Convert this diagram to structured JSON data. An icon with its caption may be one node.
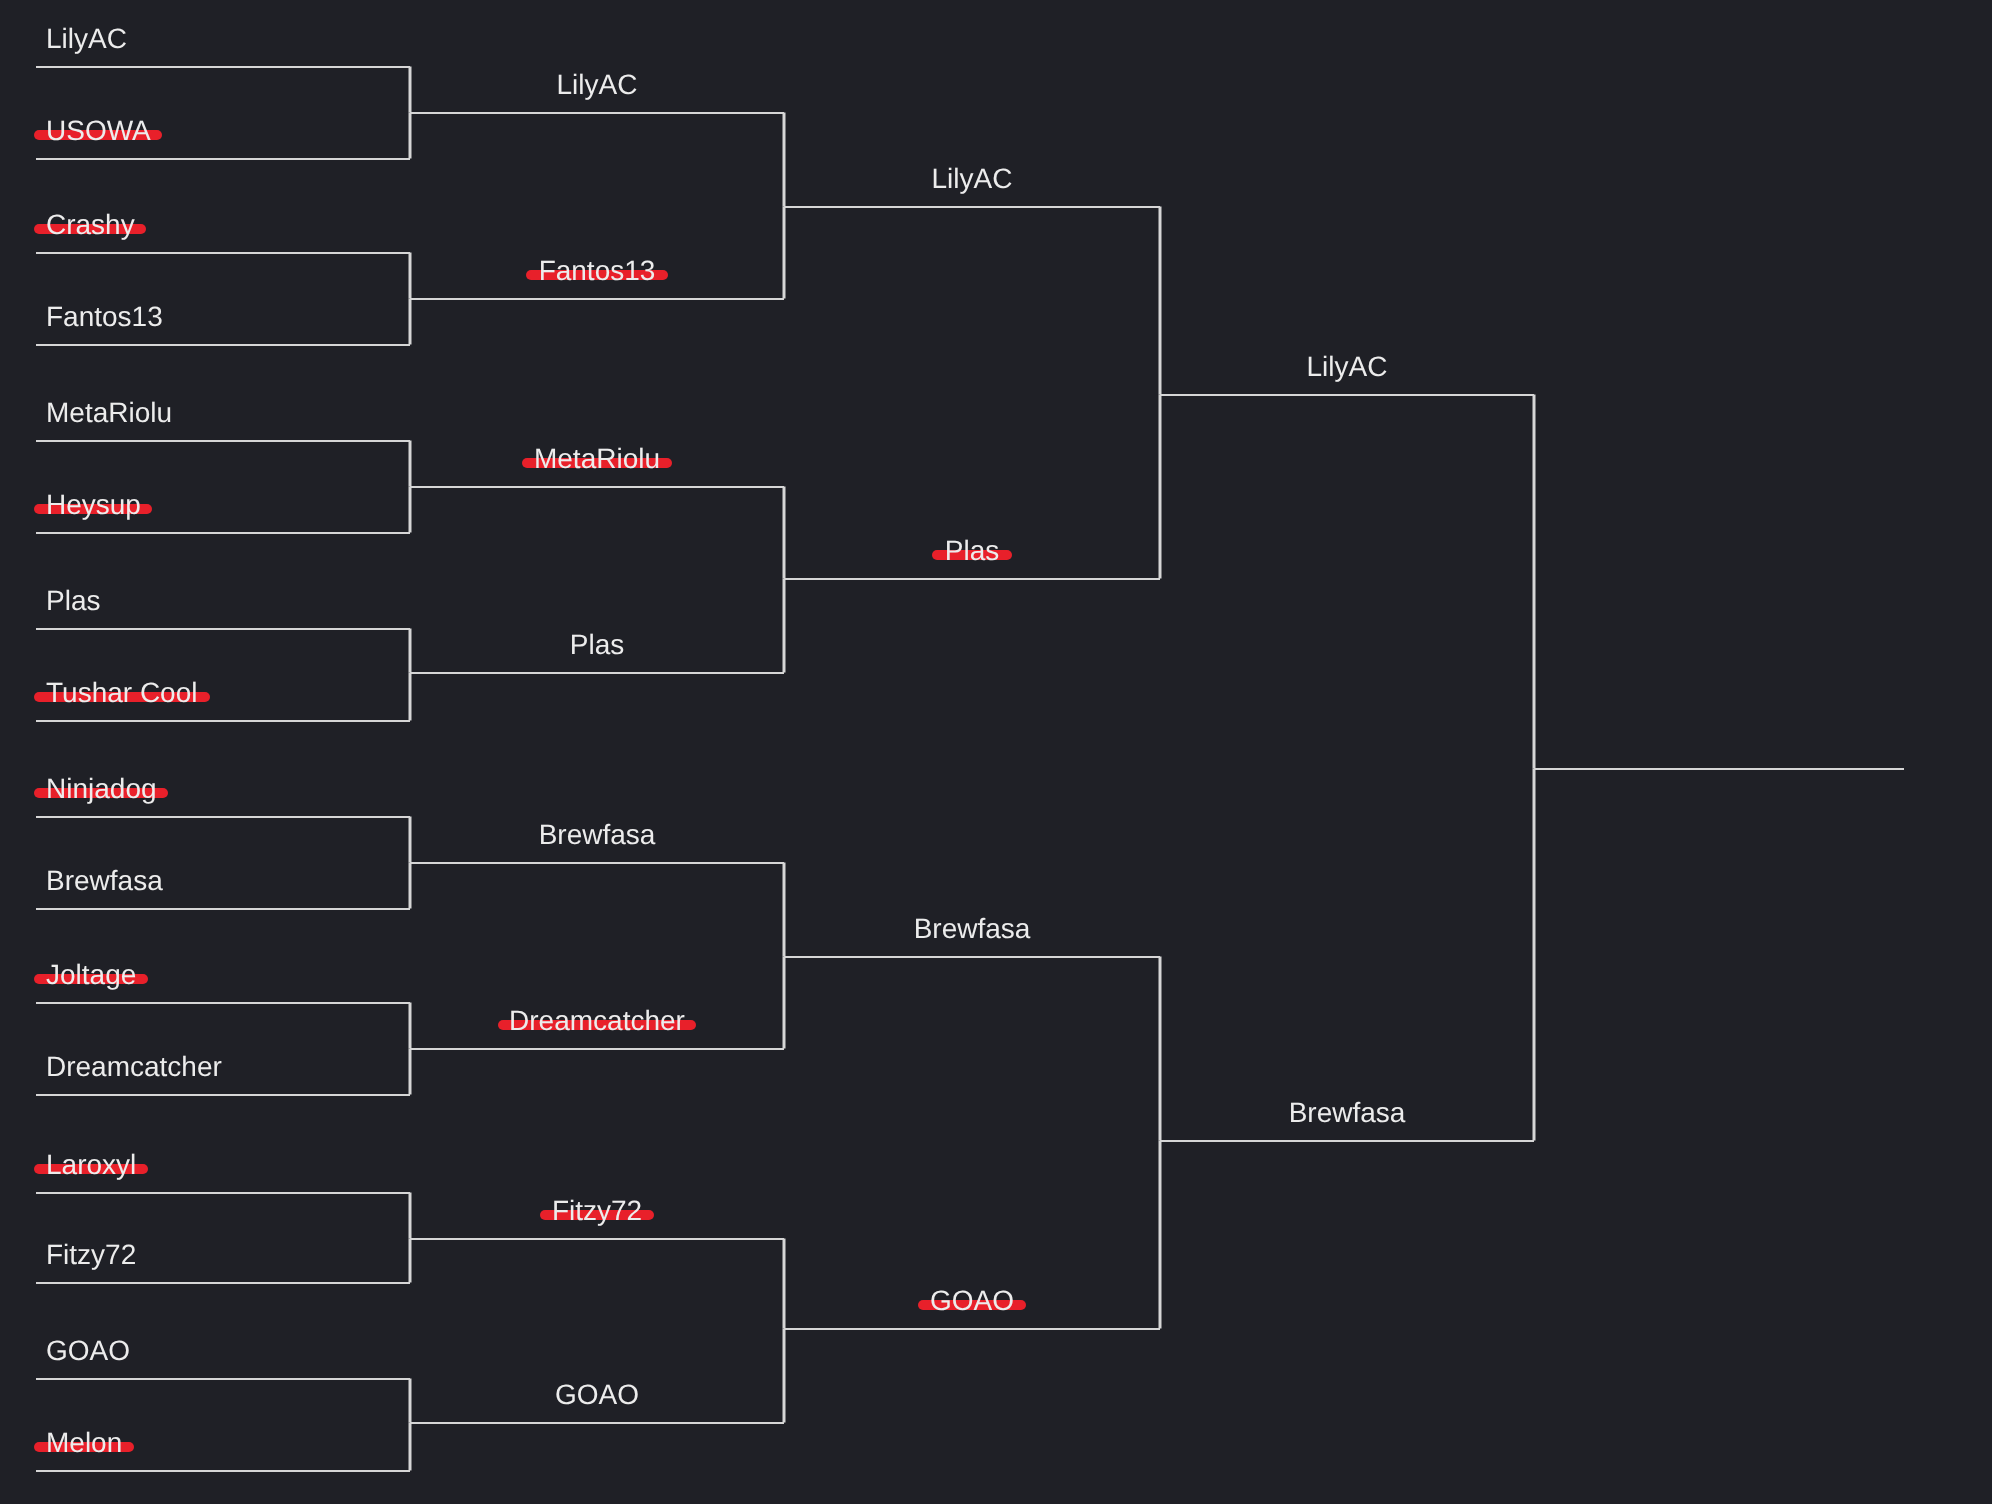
{
  "diagram": {
    "nodes": [
      {
        "text": [
          "LilyAC"
        ]
      },
      {
        "text": [
          "USOWA"
        ]
      },
      {
        "text": [
          "Crashy"
        ]
      },
      {
        "text": [
          "Fantos13"
        ]
      },
      {
        "text": [
          "MetaRiolu"
        ]
      },
      {
        "text": [
          "Heysup"
        ]
      },
      {
        "text": [
          "Plas"
        ]
      },
      {
        "text": [
          "Tushar Cool"
        ]
      },
      {
        "text": [
          "Ninjadog"
        ]
      },
      {
        "text": [
          "Brewfasa"
        ]
      },
      {
        "text": [
          "Joltage"
        ]
      },
      {
        "text": [
          "Dreamcatcher"
        ]
      },
      {
        "text": [
          "Laroxyl"
        ]
      },
      {
        "text": [
          "Fitzy72"
        ]
      },
      {
        "text": [
          "GOAO"
        ]
      },
      {
        "text": [
          "Melon"
        ]
      },
      {
        "text": [
          "LilyAC"
        ]
      },
      {
        "text": [
          "Fantos13"
        ]
      },
      {
        "text": [
          "MetaRiolu"
        ]
      },
      {
        "text": [
          "Plas"
        ]
      },
      {
        "text": [
          "Brewfasa"
        ]
      },
      {
        "text": [
          "Dreamcatcher"
        ]
      },
      {
        "text": [
          "Fitzy72"
        ]
      },
      {
        "text": [
          "GOAO"
        ]
      },
      {
        "text": [
          "LilyAC"
        ]
      },
      {
        "text": [
          "Plas"
        ]
      },
      {
        "text": [
          "Brewfasa"
        ]
      },
      {
        "text": [
          "GOAO"
        ]
      },
      {
        "text": [
          "LilyAC"
        ]
      },
      {
        "text": [
          "Brewfasa"
        ]
      },
      {
        "text": [],
        "shape": "bar"
      }
    ],
    "edges": [
      {
        "from": 0,
        "to": 16,
        "arrow": "none"
      },
      {
        "from": 1,
        "to": 16,
        "arrow": "none"
      },
      {
        "from": 2,
        "to": 17,
        "arrow": "none"
      },
      {
        "from": 3,
        "to": 17,
        "arrow": "none"
      },
      {
        "from": 4,
        "to": 18,
        "arrow": "none"
      },
      {
        "from": 5,
        "to": 18,
        "arrow": "none"
      },
      {
        "from": 6,
        "to": 19,
        "arrow": "none"
      },
      {
        "from": 7,
        "to": 19,
        "arrow": "none"
      },
      {
        "from": 8,
        "to": 20,
        "arrow": "none"
      },
      {
        "from": 9,
        "to": 20,
        "arrow": "none"
      },
      {
        "from": 10,
        "to": 21,
        "arrow": "none"
      },
      {
        "from": 11,
        "to": 21,
        "arrow": "none"
      },
      {
        "from": 12,
        "to": 22,
        "arrow": "none"
      },
      {
        "from": 13,
        "to": 22,
        "arrow": "none"
      },
      {
        "from": 14,
        "to": 23,
        "arrow": "none"
      },
      {
        "from": 15,
        "to": 23,
        "arrow": "none"
      },
      {
        "from": 16,
        "to": 24,
        "arrow": "none"
      },
      {
        "from": 17,
        "to": 24,
        "arrow": "none"
      },
      {
        "from": 18,
        "to": 25,
        "arrow": "none"
      },
      {
        "from": 19,
        "to": 25,
        "arrow": "none"
      },
      {
        "from": 20,
        "to": 26,
        "arrow": "none"
      },
      {
        "from": 21,
        "to": 26,
        "arrow": "none"
      },
      {
        "from": 22,
        "to": 27,
        "arrow": "none"
      },
      {
        "from": 23,
        "to": 27,
        "arrow": "none"
      },
      {
        "from": 24,
        "to": 28,
        "arrow": "none"
      },
      {
        "from": 25,
        "to": 28,
        "arrow": "none"
      },
      {
        "from": 26,
        "to": 29,
        "arrow": "none"
      },
      {
        "from": 27,
        "to": 29,
        "arrow": "none"
      },
      {
        "from": 28,
        "to": 30,
        "arrow": "none"
      },
      {
        "from": 29,
        "to": 30,
        "arrow": "none"
      }
    ]
  }
}
